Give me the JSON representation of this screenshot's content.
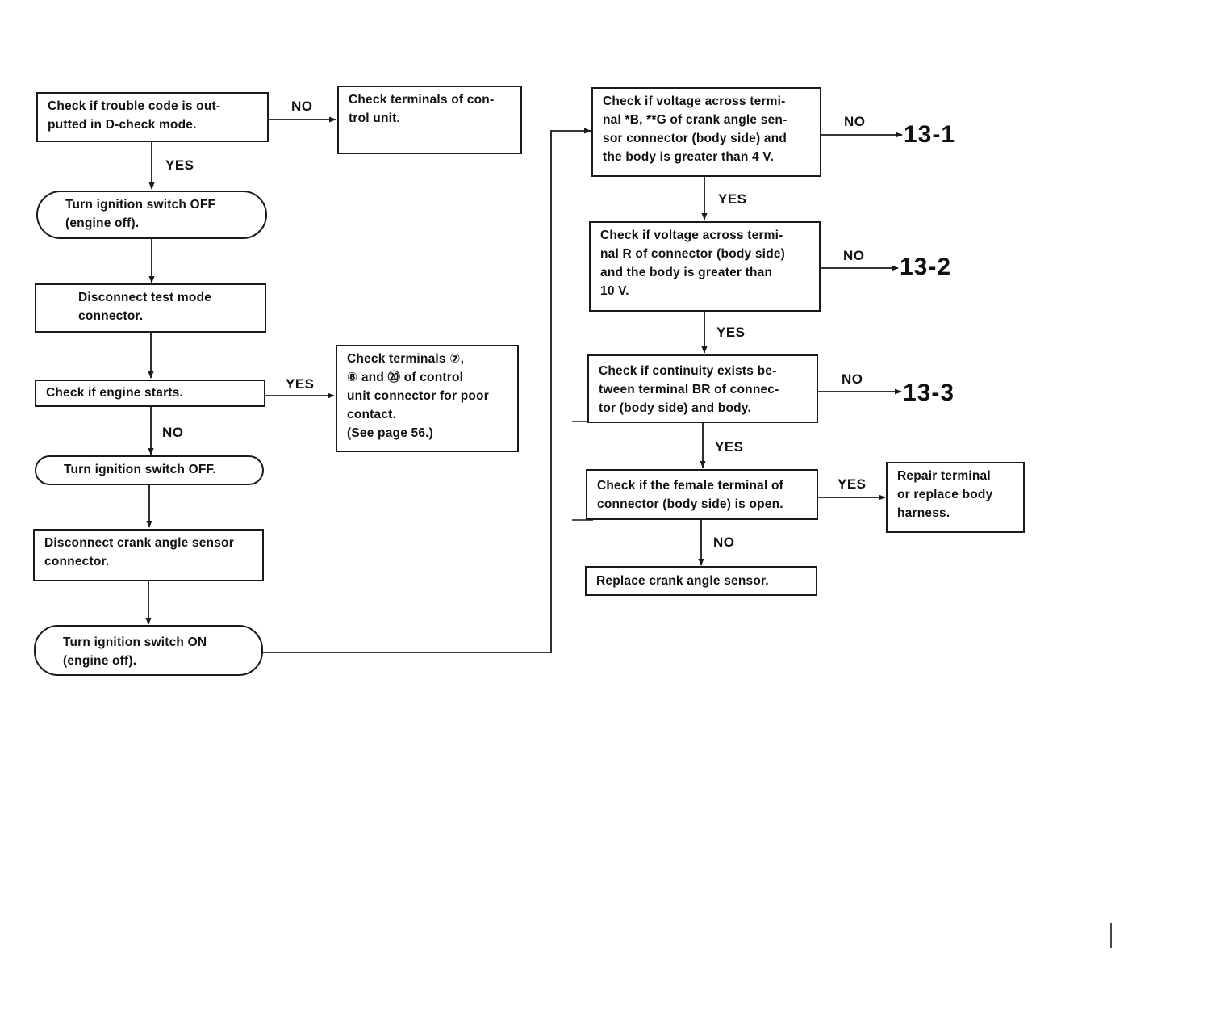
{
  "boxes": {
    "b1": "Check if trouble code is out-\nputted in D-check mode.",
    "b2": "Turn ignition switch OFF\n(engine off).",
    "b3": "Disconnect test mode\nconnector.",
    "b4": "Check if engine starts.",
    "b5": "Turn ignition switch OFF.",
    "b6": "Disconnect crank angle sensor\nconnector.",
    "b7": "Turn ignition switch ON\n(engine off).",
    "b8": "Check terminals of con-\ntrol unit.",
    "b9": "Check terminals ⑦,\n⑧ and ⑳ of control\nunit connector for poor\ncontact.\n(See page 56.)",
    "b10": "Check if voltage across termi-\nnal *B, **G of crank angle sen-\nsor connector (body side) and\nthe body is greater than 4 V.",
    "b11": "Check if voltage across termi-\nnal R of connector (body side)\nand the body is greater than\n10 V.",
    "b12": "Check if continuity exists be-\ntween terminal BR of connec-\ntor (body side) and body.",
    "b13": "Check if the female terminal of\nconnector (body side) is open.",
    "b14": "Replace crank angle sensor.",
    "b15": "Repair terminal\nor replace body\nharness."
  },
  "labels": {
    "l1": "NO",
    "l2": "YES",
    "l3": "YES",
    "l4": "NO",
    "l5": "NO",
    "l6": "YES",
    "l7": "NO",
    "l8": "YES",
    "l9": "NO",
    "l10": "YES",
    "l11": "YES",
    "l12": "NO"
  },
  "refs": {
    "r1": "13-1",
    "r2": "13-2",
    "r3": "13-3"
  }
}
